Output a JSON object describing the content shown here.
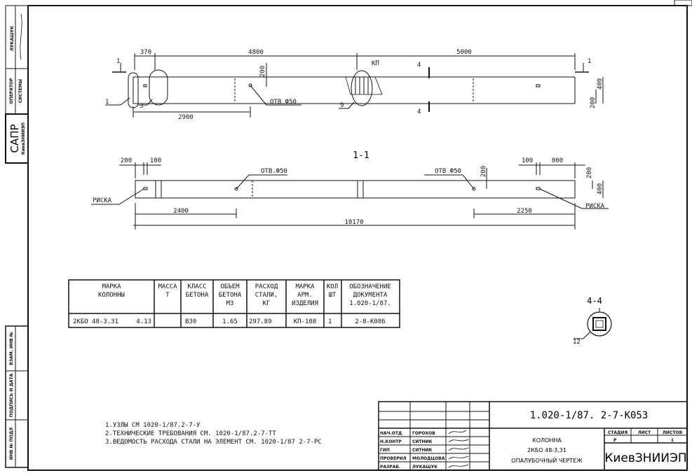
{
  "side_strip": {
    "author": "ЛУКАШУК",
    "operator": "ОПЕРАТОР",
    "operator2": "СИСТЕМЫ",
    "sapr": "САПР",
    "institute": "КиевЗНИИЭП",
    "vzam": "ВЗАМ. ИНВ №",
    "podpis": "ПОДПИСЬ И ДАТА",
    "inv": "ИНВ № ПОДЛ"
  },
  "plan": {
    "dims": {
      "d370": "370",
      "d4800": "4800",
      "d5000": "5000",
      "d2900": "2900",
      "d200": "200",
      "d400": "400",
      "d200b": "200"
    },
    "hole": "ОТВ Ф50",
    "kp": "КП",
    "section_mark": "1",
    "section_4": "4",
    "callouts": [
      "1",
      "3",
      "9"
    ]
  },
  "section_1_1": {
    "title": "1-1",
    "dims": {
      "d200": "200",
      "d100": "100",
      "d100r": "100",
      "d800": "800",
      "d200v": "200",
      "d200v2": "200",
      "d400": "400",
      "d2400": "2400",
      "d2250": "2250",
      "d10170": "10170"
    },
    "hole_left": "ОТВ.Ф50",
    "hole_right": "ОТВ Ф50",
    "riska": "РИСКА"
  },
  "spec_table": {
    "headers": [
      [
        "МАРКА",
        "КОЛОННЫ"
      ],
      [
        "МАССА",
        "Т"
      ],
      [
        "КЛАСС",
        "БЕТОНА"
      ],
      [
        "ОБЪЕМ",
        "БЕТОНА",
        "М3"
      ],
      [
        "РАСХОД",
        "СТАЛИ,",
        "КГ"
      ],
      [
        "МАРКА",
        "АРМ.",
        "ИЗДЕЛИЯ"
      ],
      [
        "КОЛ",
        "ШТ"
      ],
      [
        "ОБОЗНАЧЕНИЕ",
        "ДОКУМЕНТА",
        "1.020-1/87."
      ]
    ],
    "row": [
      "2КБО 48-3.31",
      "4.13",
      "В30",
      "1.65",
      "297.89",
      "КП-108",
      "1",
      "2-8-К086"
    ]
  },
  "section_4_4": {
    "title": "4-4",
    "callout": "12"
  },
  "notes": [
    "1.УЗЛЫ СМ 1020-1/87.2-7-У",
    "2.ТЕХНИЧЕСКИЕ ТРЕБОВАНИЯ СМ. 1020-1/87.2-7-ТТ",
    "3.ВЕДОМОСТЬ РАСХОДА СТАЛИ НА ЭЛЕМЕНТ СМ. 1020-1/87 2-7-РС"
  ],
  "title_block": {
    "designation": "1.020-1/87. 2-7-К053",
    "roles": [
      {
        "role": "НАЧ.ОТД",
        "name": "ГОРОХОВ"
      },
      {
        "role": "Н.КОНТР",
        "name": "СИТНИК"
      },
      {
        "role": "ГИП",
        "name": "СИТНИК"
      },
      {
        "role": "ПРОВЕРИЛ",
        "name": "МОЛОДЦОВА"
      },
      {
        "role": "РАЗРАБ.",
        "name": "ЛУКАШУК"
      }
    ],
    "name_line1": "КОЛОННА",
    "name_line2": "2КБО 48-3,31",
    "name_line3": "ОПАЛУБОЧНЫЙ ЧЕРТЕЖ",
    "stage_label": "СТАДИЯ",
    "sheet_label": "ЛИСТ",
    "sheets_label": "ЛИСТОВ",
    "stage": "Р",
    "sheets": "1",
    "organization": "КиевЗНИИЭП"
  }
}
